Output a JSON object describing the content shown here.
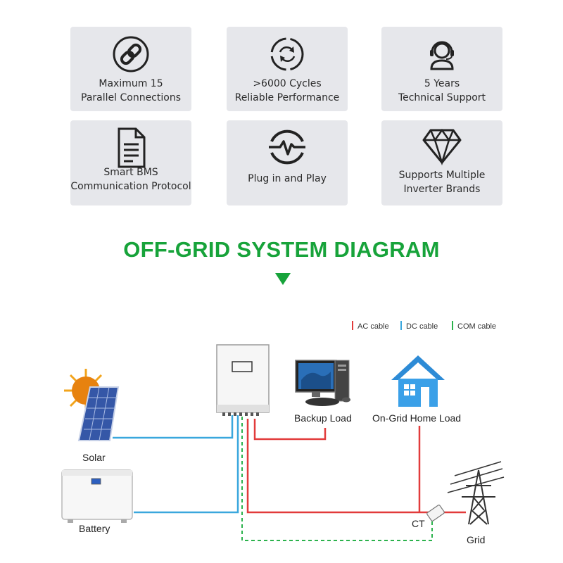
{
  "features": [
    {
      "icon": "chain-link-icon",
      "line1": "Maximum 15",
      "line2": "Parallel Connections"
    },
    {
      "icon": "cycle-arrows-icon",
      "line1": ">6000 Cycles",
      "line2": "Reliable Performance"
    },
    {
      "icon": "headset-support-icon",
      "line1": "5 Years",
      "line2": "Technical Support"
    },
    {
      "icon": "document-icon",
      "line1": "Smart BMS",
      "line2": "Communication Protocol"
    },
    {
      "icon": "heartbeat-icon",
      "line1": "Plug in and Play",
      "line2": ""
    },
    {
      "icon": "diamond-icon",
      "line1": "Supports Multiple",
      "line2": "Inverter Brands"
    }
  ],
  "headline": "OFF-GRID SYSTEM DIAGRAM",
  "legend": [
    {
      "label": "AC cable",
      "color": "#e23b3b"
    },
    {
      "label": "DC cable",
      "color": "#3aa7dd"
    },
    {
      "label": "COM cable",
      "color": "#2bb24c"
    }
  ],
  "labels": {
    "solar": "Solar",
    "battery": "Battery",
    "backup_load": "Backup Load",
    "home_load": "On-Grid Home Load",
    "ct": "CT",
    "grid": "Grid"
  },
  "colors": {
    "accent": "#17a33a",
    "card_bg": "#e6e7eb",
    "ac": "#e23b3b",
    "dc": "#3aa7dd",
    "com": "#2bb24c"
  }
}
